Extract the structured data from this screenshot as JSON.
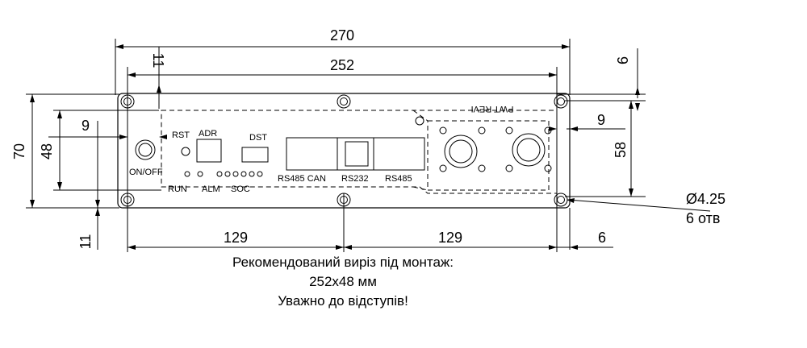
{
  "dimensions": {
    "width_total": "270",
    "width_inner": "252",
    "top_offset": "11",
    "right_top_offset": "6",
    "height_total": "70",
    "height_inner": "48",
    "left_offset": "9",
    "right_offset": "9",
    "height_right": "58",
    "bottom_offset": "11",
    "left_span": "129",
    "right_span": "129",
    "right_bottom_offset": "6"
  },
  "hole_callout": {
    "diameter": "Ø4.25",
    "count": "6 отв"
  },
  "panel_labels": {
    "on_off": "ON/OFF",
    "run": "RUN",
    "rst": "RST",
    "adr": "ADR",
    "alm": "ALM",
    "dst": "DST",
    "soc": "SOC",
    "rs485_can": "RS485 CAN",
    "rs232": "RS232",
    "rs485": "RS485",
    "pwr_label": "PWT REVI"
  },
  "notes": [
    "Рекомендований виріз під монтаж:",
    "252x48 мм",
    "Уважно до відступів!"
  ]
}
